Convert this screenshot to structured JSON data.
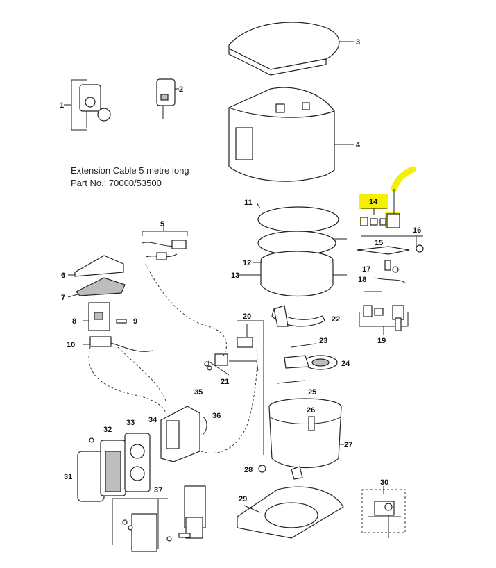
{
  "note": {
    "line1": "Extension Cable 5 metre long",
    "line2": "Part No.: 70000/53500"
  },
  "highlight_color": "#f5f000",
  "labels": [
    "1",
    "2",
    "3",
    "4",
    "5",
    "6",
    "7",
    "8",
    "9",
    "10",
    "11",
    "12",
    "13",
    "14",
    "15",
    "16",
    "17",
    "18",
    "19",
    "20",
    "21",
    "22",
    "23",
    "24",
    "25",
    "26",
    "27",
    "28",
    "29",
    "30",
    "31",
    "32",
    "33",
    "34",
    "35",
    "36",
    "37"
  ]
}
